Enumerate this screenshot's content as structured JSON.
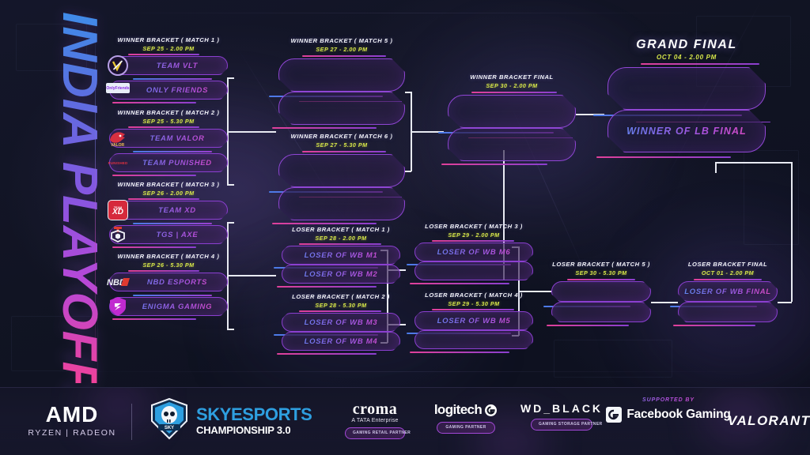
{
  "title": {
    "vertical": "INDIA PLAYOFFS"
  },
  "winner_bracket": [
    {
      "name": "WINNER BRACKET ( MATCH 1 )",
      "date": "SEP 25 - 2.00 PM",
      "slots": [
        {
          "team": "TEAM VLT",
          "logo": "team-vlt-logo"
        },
        {
          "team": "ONLY FRIENDS",
          "logo": "only-friends-logo"
        }
      ]
    },
    {
      "name": "WINNER BRACKET ( MATCH 2 )",
      "date": "SEP 25 - 5.30 PM",
      "slots": [
        {
          "team": "TEAM VALOR",
          "logo": "team-valor-logo"
        },
        {
          "team": "TEAM PUNISHED",
          "logo": "team-punished-logo"
        }
      ]
    },
    {
      "name": "WINNER BRACKET ( MATCH 3 )",
      "date": "SEP 26 - 2.00 PM",
      "slots": [
        {
          "team": "TEAM XD",
          "logo": "team-xd-logo"
        },
        {
          "team": "TGS | AXE",
          "logo": "tgs-axe-logo"
        }
      ]
    },
    {
      "name": "WINNER BRACKET ( MATCH 4 )",
      "date": "SEP 26 - 5.30 PM",
      "slots": [
        {
          "team": "NBD ESPORTS",
          "logo": "nbd-esports-logo"
        },
        {
          "team": "ENIGMA GAMING",
          "logo": "enigma-gaming-logo"
        }
      ]
    },
    {
      "name": "WINNER BRACKET ( MATCH 5 )",
      "date": "SEP 27 - 2.00 PM",
      "slots": [
        {
          "team": ""
        },
        {
          "team": ""
        }
      ]
    },
    {
      "name": "WINNER BRACKET ( MATCH 6 )",
      "date": "SEP 27 - 5.30 PM",
      "slots": [
        {
          "team": ""
        },
        {
          "team": ""
        }
      ]
    },
    {
      "name": "WINNER BRACKET  FINAL",
      "date": "SEP 30 - 2.00 PM",
      "slots": [
        {
          "team": ""
        },
        {
          "team": ""
        }
      ]
    }
  ],
  "loser_bracket": [
    {
      "name": "LOSER BRACKET ( MATCH 1 )",
      "date": "SEP 28 - 2.00 PM",
      "slots": [
        {
          "team": "LOSER OF WB M1"
        },
        {
          "team": "LOSER OF WB M2"
        }
      ]
    },
    {
      "name": "LOSER BRACKET ( MATCH 2 )",
      "date": "SEP 28 - 5.30 PM",
      "slots": [
        {
          "team": "LOSER OF WB M3"
        },
        {
          "team": "LOSER OF WB M4"
        }
      ]
    },
    {
      "name": "LOSER BRACKET ( MATCH 3 )",
      "date": "SEP 29 - 2.00 PM",
      "slots": [
        {
          "team": "LOSER OF WB M6"
        },
        {
          "team": ""
        }
      ]
    },
    {
      "name": "LOSER BRACKET ( MATCH 4 )",
      "date": "SEP 29 - 5.30 PM",
      "slots": [
        {
          "team": "LOSER OF WB M5"
        },
        {
          "team": ""
        }
      ]
    },
    {
      "name": "LOSER BRACKET ( MATCH 5 )",
      "date": "SEP 30 - 5.30 PM",
      "slots": [
        {
          "team": ""
        },
        {
          "team": ""
        }
      ]
    },
    {
      "name": "LOSER BRACKET  FINAL",
      "date": "OCT 01 - 2.00 PM",
      "slots": [
        {
          "team": "LOSER OF WB FINAL"
        },
        {
          "team": ""
        }
      ]
    }
  ],
  "grand_final": {
    "name": "GRAND FINAL",
    "date": "OCT 04 - 2.00 PM",
    "slots": [
      {
        "team": ""
      },
      {
        "team": "WINNER OF LB FINAL"
      }
    ]
  },
  "footer": {
    "amd": {
      "name": "AMD",
      "sub": "RYZEN | RADEON"
    },
    "skyesports": {
      "name": "SKYESPORTS",
      "sub": "CHAMPIONSHIP 3.0",
      "logo": "sky-esports-skull-logo"
    },
    "sponsors": [
      {
        "name": "croma",
        "sub": "A TATA Enterprise",
        "badge": "GAMING RETAIL PARTNER"
      },
      {
        "name": "logitech",
        "sub": "",
        "badge": "GAMING PARTNER"
      },
      {
        "name": "WD_BLACK",
        "sub": "",
        "badge": "GAMING STORAGE PARTNER"
      }
    ],
    "supported_by": {
      "label": "SUPPORTED BY",
      "name": "Facebook Gaming",
      "logo": "facebook-gaming-logo"
    },
    "game": {
      "name": "VALORANT"
    }
  },
  "colors": {
    "accent_pink": "#e049b8",
    "accent_purple": "#8b3fd0",
    "accent_blue": "#5b8cf0",
    "date_yellow": "#d8e84a",
    "background": "#0d0f1c"
  }
}
